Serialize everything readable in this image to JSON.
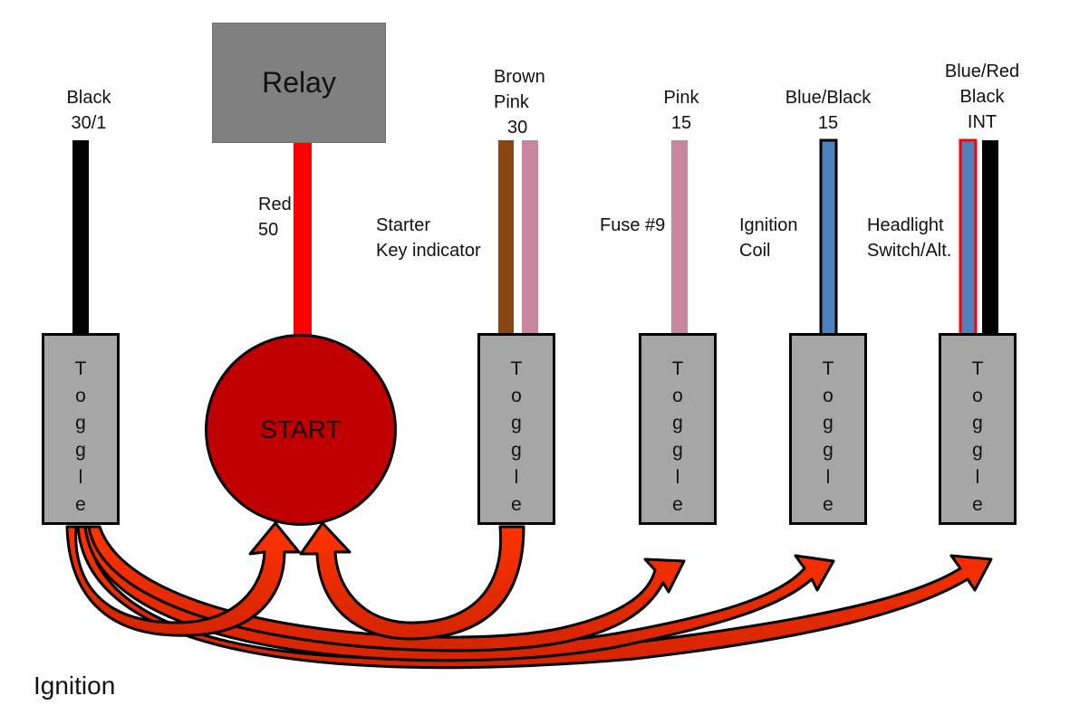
{
  "diagram_title": "Ignition",
  "relay": {
    "label": "Relay"
  },
  "start_button": {
    "label": "START"
  },
  "toggle_text": [
    "T",
    "o",
    "g",
    "g",
    "l",
    "e"
  ],
  "wires": {
    "black_30_1": {
      "color_name": "Black",
      "terminal": "30/1",
      "hex": "#000000"
    },
    "red_50": {
      "color_name": "Red",
      "terminal": "50",
      "hex": "#ff0000"
    },
    "brown_pink_30": {
      "color_name_1": "Brown",
      "color_name_2": "Pink",
      "terminal": "30",
      "hex_brown": "#8b4513",
      "hex_pink": "#c9879f"
    },
    "pink_15": {
      "color_name": "Pink",
      "terminal": "15",
      "hex": "#c9879f"
    },
    "blue_black_15": {
      "color_name": "Blue/Black",
      "terminal": "15",
      "hex": "#4f81bd"
    },
    "blue_red_black_int": {
      "color_name_1": "Blue/Red",
      "color_name_2": "Black",
      "terminal": "INT",
      "hex_blue": "#4f81bd",
      "hex_red": "#ff0000"
    }
  },
  "functions": {
    "starter": "Starter",
    "key_indicator": "Key indicator",
    "fuse": "Fuse #9",
    "ignition": "Ignition",
    "coil": "Coil",
    "headlight": "Headlight",
    "switch_alt": "Switch/Alt."
  },
  "arrow_color": "#ff3300"
}
